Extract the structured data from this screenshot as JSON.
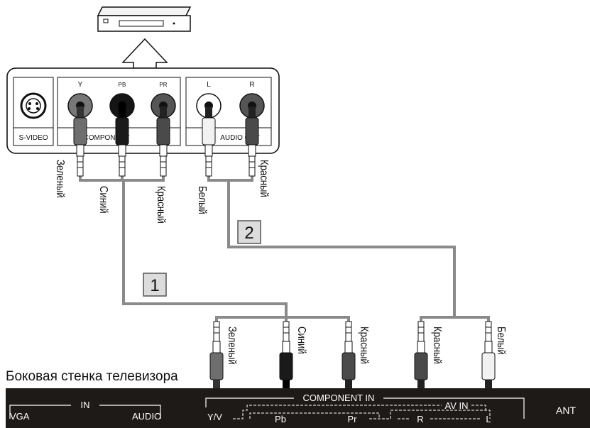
{
  "device": {
    "jack_labels": {
      "y": "Y",
      "pb": "PB",
      "pr": "PR",
      "l": "L",
      "r": "R"
    },
    "section_labels": {
      "svideo": "S-VIDEO",
      "component": "COMPONENT",
      "audio_out": "AUDIO OUT"
    }
  },
  "cables": {
    "left_colors": [
      "Зеленый",
      "Синий",
      "Красный",
      "Белый",
      "Красный"
    ],
    "tv_colors": [
      "Зеленый",
      "Синий",
      "Красный",
      "Красный",
      "Белый"
    ],
    "badge_1": "1",
    "badge_2": "2"
  },
  "tv_panel": {
    "caption": "Боковая стенка телевизора",
    "in": "IN",
    "vga": "VGA",
    "audio": "AUDIO",
    "component_in": "COMPONENT IN",
    "av_in": "AV IN",
    "yv": "Y/V",
    "pb": "Pb",
    "pr": "Pr",
    "r": "R",
    "l": "L",
    "ant": "ANT"
  },
  "colors": {
    "cable": "#8a8a8a",
    "green_plug": "#6e6e6e",
    "blue_plug": "#1a1a1a",
    "red_plug": "#4a4a4a",
    "white_plug": "#f2f2f2",
    "panel": "#1e1a18",
    "badge": "#dcdcdc"
  }
}
